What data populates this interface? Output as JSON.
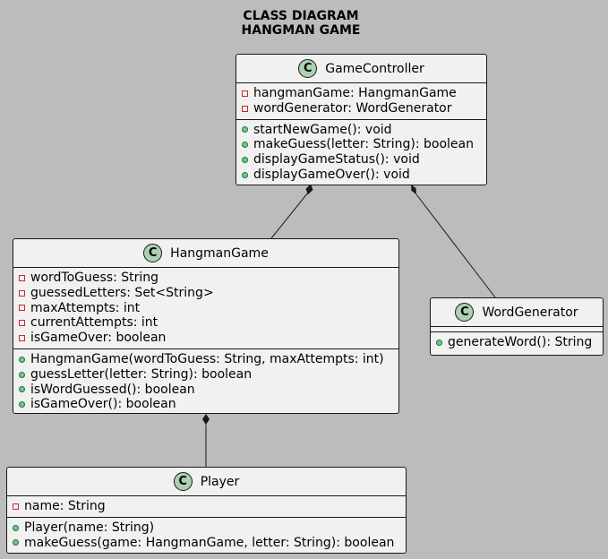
{
  "diagram": {
    "title_line1": "CLASS DIAGRAM",
    "title_line2": "HANGMAN GAME"
  },
  "classes": {
    "game_controller": {
      "stereotype_icon": "C",
      "name": "GameController",
      "attributes": [
        "hangmanGame: HangmanGame",
        "wordGenerator: WordGenerator"
      ],
      "methods": [
        "startNewGame(): void",
        "makeGuess(letter: String): boolean",
        "displayGameStatus(): void",
        "displayGameOver(): void"
      ]
    },
    "hangman_game": {
      "stereotype_icon": "C",
      "name": "HangmanGame",
      "attributes": [
        "wordToGuess: String",
        "guessedLetters: Set<String>",
        "maxAttempts: int",
        "currentAttempts: int",
        "isGameOver: boolean"
      ],
      "methods": [
        "HangmanGame(wordToGuess: String, maxAttempts: int)",
        "guessLetter(letter: String): boolean",
        "isWordGuessed(): boolean",
        "isGameOver(): boolean"
      ]
    },
    "word_generator": {
      "stereotype_icon": "C",
      "name": "WordGenerator",
      "attributes": [],
      "methods": [
        "generateWord(): String"
      ]
    },
    "player": {
      "stereotype_icon": "C",
      "name": "Player",
      "attributes": [
        "name: String"
      ],
      "methods": [
        "Player(name: String)",
        "makeGuess(game: HangmanGame, letter: String): boolean"
      ]
    }
  },
  "relations": [
    {
      "from": "GameController",
      "to": "HangmanGame",
      "type": "composition"
    },
    {
      "from": "GameController",
      "to": "WordGenerator",
      "type": "composition"
    },
    {
      "from": "HangmanGame",
      "to": "Player",
      "type": "composition"
    }
  ],
  "colors": {
    "background": "#bcbcbc",
    "class_fill": "#f1f1f1",
    "border": "#181818",
    "class_icon": "#add1b2",
    "private_marker": "#c82930",
    "public_marker_fill": "#84be84",
    "public_marker_border": "#038048"
  }
}
